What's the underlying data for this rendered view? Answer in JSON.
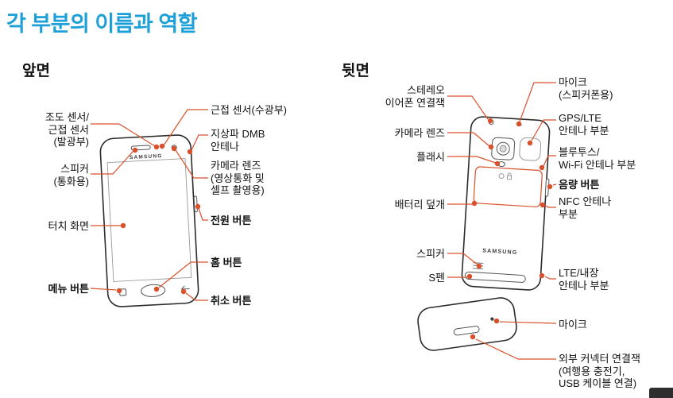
{
  "page": {
    "title": "각 부분의 이름과 역할"
  },
  "colors": {
    "title_blue": "#1d9fd8",
    "callout_orange": "#d9512c"
  },
  "front": {
    "heading": "앞면",
    "brand": "SAMSUNG",
    "labels": {
      "light_proximity_sensor": "조도 센서/\n근접 센서\n(발광부)",
      "speaker": "스피커\n(통화용)",
      "touch_screen": "터치 화면",
      "menu_button": "메뉴 버튼",
      "proximity_sensor_receiver": "근접 센서(수광부)",
      "dmb_antenna": "지상파 DMB\n안테나",
      "camera_lens": "카메라 렌즈\n(영상통화 및\n셀프 촬영용)",
      "power_button": "전원 버튼",
      "home_button": "홈 버튼",
      "cancel_button": "취소 버튼"
    }
  },
  "back": {
    "heading": "뒷면",
    "brand": "SAMSUNG",
    "labels": {
      "stereo_earphone_jack": "스테레오\n이어폰 연결잭",
      "camera_lens": "카메라 렌즈",
      "flash": "플래시",
      "battery_cover": "배터리 덮개",
      "speaker": "스피커",
      "s_pen": "S펜",
      "microphone_speakerphone": "마이크\n(스피커폰용)",
      "gps_lte_antenna": "GPS/LTE\n안테나 부분",
      "bluetooth_wifi_antenna": "블루투스/\nWi-Fi 안테나 부분",
      "volume_button": "음량 버튼",
      "nfc_antenna": "NFC 안테나\n부분",
      "lte_internal_antenna": "LTE/내장\n안테나 부분",
      "microphone": "마이크",
      "external_connector_jack": "외부 커넥터 연결잭\n(여행용 충전기,\nUSB 케이블 연결)"
    }
  }
}
